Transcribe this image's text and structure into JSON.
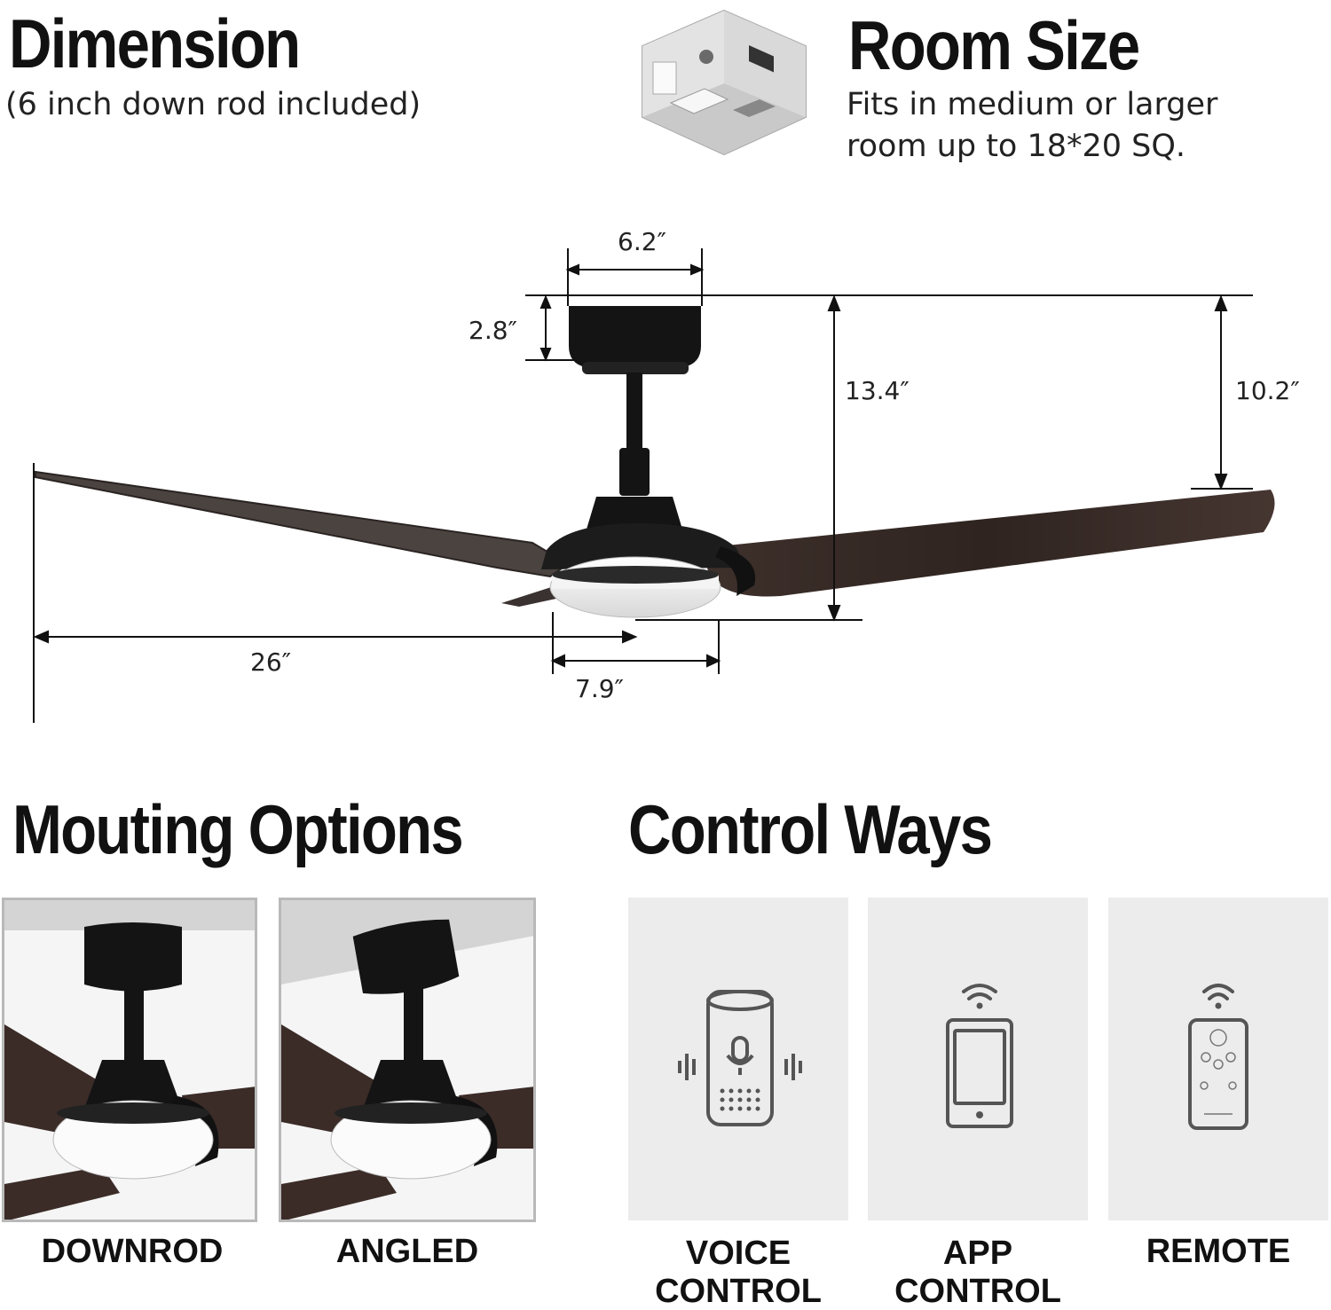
{
  "dimension": {
    "title": "Dimension",
    "subtitle": "(6 inch down rod included)"
  },
  "room_size": {
    "title": "Room Size",
    "line1": "Fits in medium or larger",
    "line2": "room up to 18*20 SQ.",
    "icon": "room-isometric-icon"
  },
  "measurements": {
    "canopy_width": "6.2″",
    "canopy_height": "2.8″",
    "total_height": "13.4″",
    "blade_height": "10.2″",
    "blade_length": "26″",
    "light_width": "7.9″"
  },
  "mounting": {
    "title": "Mouting Options",
    "options": [
      {
        "label": "DOWNROD"
      },
      {
        "label": "ANGLED"
      }
    ]
  },
  "control": {
    "title": "Control Ways",
    "ways": [
      {
        "line1": "VOICE",
        "line2": "CONTROL",
        "icon": "smart-speaker-icon"
      },
      {
        "line1": "APP",
        "line2": "CONTROL",
        "icon": "smartphone-wifi-icon"
      },
      {
        "line1": "REMOTE",
        "line2": "",
        "icon": "remote-control-icon"
      }
    ]
  },
  "colors": {
    "fan_body": "#141414",
    "blade_wood": "#3a2c28",
    "card_bg": "#ececec",
    "icon_stroke": "#555555"
  }
}
